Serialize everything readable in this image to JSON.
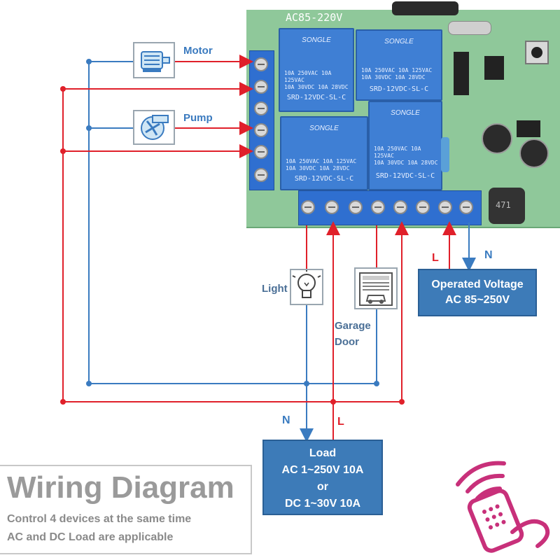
{
  "board": {
    "voltage_print": "AC85-220V",
    "relays": [
      {
        "brand": "SONGLE",
        "spec": [
          "10A 250VAC 10A 125VAC",
          "10A 30VDC 10A 28VDC"
        ],
        "model": "SRD-12VDC-SL-C"
      },
      {
        "brand": "SONGLE",
        "spec": [
          "10A 250VAC 10A 125VAC",
          "10A 30VDC 10A 28VDC"
        ],
        "model": "SRD-12VDC-SL-C"
      },
      {
        "brand": "SONGLE",
        "spec": [
          "10A 250VAC 10A 125VAC",
          "10A 30VDC 10A 28VDC"
        ],
        "model": "SRD-12VDC-SL-C"
      },
      {
        "brand": "SONGLE",
        "spec": [
          "10A 250VAC 10A 125VAC",
          "10A 30VDC 10A 28VDC"
        ],
        "model": "SRD-12VDC-SL-C"
      }
    ],
    "inductor_label": "471"
  },
  "devices": {
    "motor": "Motor",
    "pump": "Pump",
    "light": "Light",
    "garage_door_line1": "Garage",
    "garage_door_line2": "Door"
  },
  "markers": {
    "n_top": "N",
    "l_top": "L",
    "n_bottom": "N",
    "l_bottom": "L"
  },
  "power_box": {
    "line1": "Operated Voltage",
    "line2": "AC 85~250V"
  },
  "load_box": {
    "line1": "Load",
    "line2": "AC 1~250V 10A",
    "line3": "or",
    "line4": "DC 1~30V 10A"
  },
  "caption": {
    "title": "Wiring Diagram",
    "line1": "Control 4 devices at the same time",
    "line2": "AC and DC Load are applicable"
  },
  "colors": {
    "live_wire": "#e0202a",
    "neutral_wire": "#3a7bc0",
    "remote_icon": "#c8307a"
  }
}
